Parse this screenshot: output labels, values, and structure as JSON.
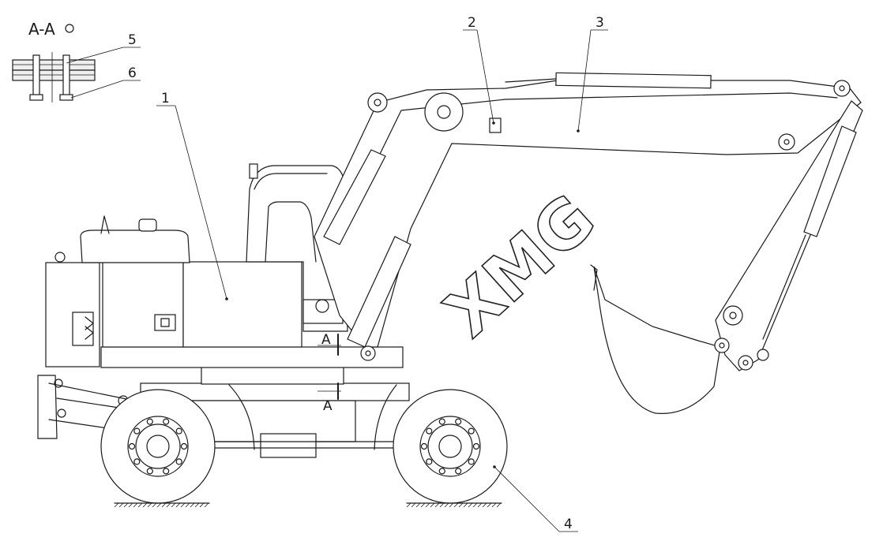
{
  "section": {
    "label": "A-A"
  },
  "section_marks": {
    "top": "A",
    "bottom": "A"
  },
  "watermark": "XMG",
  "callouts": [
    {
      "id": "c1",
      "number": "1"
    },
    {
      "id": "c2",
      "number": "2"
    },
    {
      "id": "c3",
      "number": "3"
    },
    {
      "id": "c4",
      "number": "4"
    },
    {
      "id": "c5",
      "number": "5"
    },
    {
      "id": "c6",
      "number": "6"
    }
  ]
}
